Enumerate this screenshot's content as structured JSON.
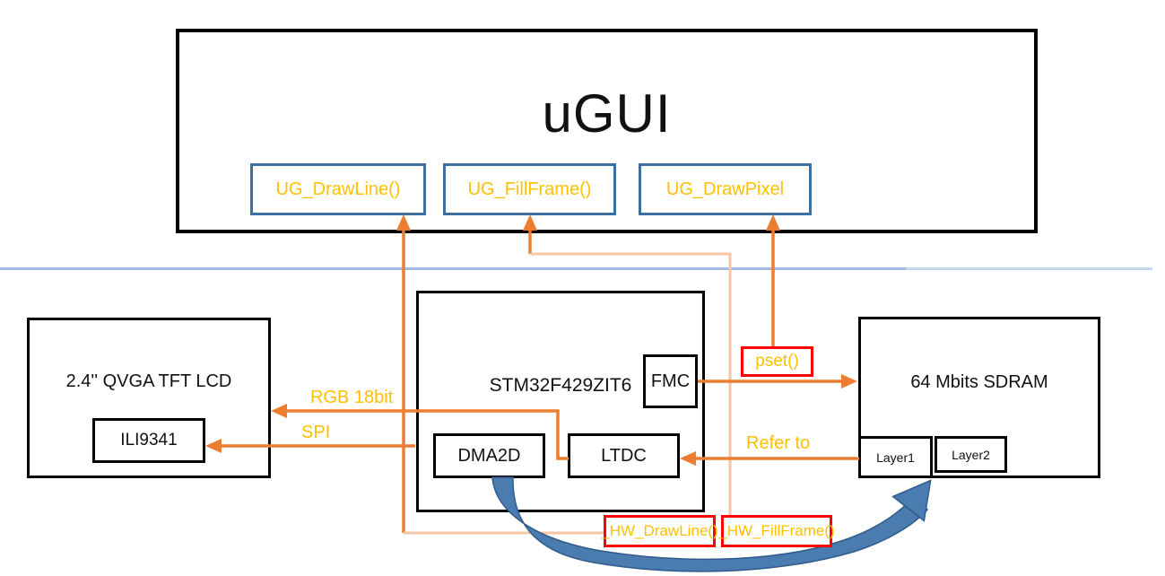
{
  "ugui": {
    "title": "uGUI",
    "functions": [
      "UG_DrawLine()",
      "UG_FillFrame()",
      "UG_DrawPixel"
    ]
  },
  "lcd": {
    "title": "2.4'' QVGA TFT LCD",
    "controller": "ILI9341"
  },
  "mcu": {
    "title": "STM32F429ZIT6",
    "fmc": "FMC",
    "dma2d": "DMA2D",
    "ltdc": "LTDC"
  },
  "sdram": {
    "title": "64 Mbits SDRAM",
    "layer1": "Layer1",
    "layer2": "Layer2"
  },
  "hw_bindings": {
    "pset": "pset()",
    "draw_line": "_HW_DrawLine()",
    "fill_frame": "_HW_FillFrame()"
  },
  "bus_labels": {
    "rgb": "RGB 18bit",
    "spi": "SPI",
    "refer": "Refer to"
  },
  "colors": {
    "arrow_orange": "#ED7D31",
    "pale_orange": "#F6C5A5",
    "gold": "#FFC000",
    "red": "#FF0000",
    "steel_box_border": "#3C6E9F",
    "curve_blue": "#4A7CB0",
    "curve_edge": "#2F5B8C",
    "divider_dark": "#9FBBE0",
    "divider_light": "#C5D8EE"
  }
}
